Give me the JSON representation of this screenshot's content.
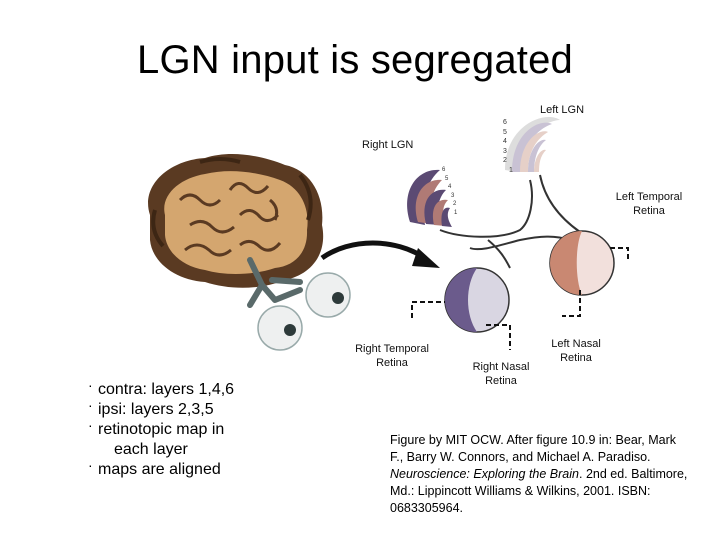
{
  "title": "LGN input is segregated",
  "labels": {
    "left_lgn": "Left LGN",
    "right_lgn": "Right LGN",
    "left_temporal_retina": "Left Temporal Retina",
    "right_temporal_retina": "Right Temporal Retina",
    "right_nasal_retina": "Right Nasal Retina",
    "left_nasal_retina": "Left Nasal Retina"
  },
  "layer_numbers": [
    "6",
    "5",
    "4",
    "3",
    "2",
    "1"
  ],
  "bullets": [
    "contra: layers 1,4,6",
    "ipsi: layers 2,3,5",
    "retinotopic map in",
    "each layer",
    "maps are aligned"
  ],
  "caption": {
    "part1": "Figure by MIT OCW. After figure 10.9 in: Bear, Mark F., Barry W. Connors, and Michael A. Paradiso. ",
    "italic": "Neuroscience: Exploring the Brain",
    "part2": ". 2nd ed. Baltimore, Md.: Lippincott Williams & Wilkins, 2001. ISBN: 0683305964."
  },
  "colors": {
    "purple_retina": "#6b5b8c",
    "red_retina": "#c98872",
    "brain_tan": "#d4a66f",
    "brain_dark": "#5a3a22"
  }
}
